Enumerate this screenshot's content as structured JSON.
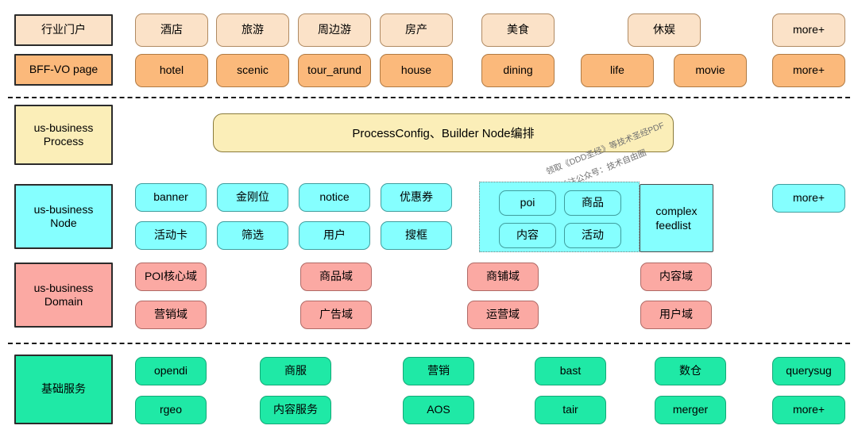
{
  "layers": {
    "portal": {
      "label": "行业门户",
      "items": [
        {
          "label": "酒店"
        },
        {
          "label": "旅游"
        },
        {
          "label": "周边游"
        },
        {
          "label": "房产"
        },
        {
          "label": "美食"
        },
        {
          "label": "休娱"
        },
        {
          "label": "more+"
        }
      ]
    },
    "bff": {
      "label": "BFF-VO page",
      "items": [
        {
          "label": "hotel"
        },
        {
          "label": "scenic"
        },
        {
          "label": "tour_arund"
        },
        {
          "label": "house"
        },
        {
          "label": "dining"
        },
        {
          "label": "life"
        },
        {
          "label": "movie"
        },
        {
          "label": "more+"
        }
      ]
    },
    "process": {
      "label": "us-business\nProcess",
      "bar": "ProcessConfig、Builder Node编排"
    },
    "node": {
      "label": "us-business\nNode",
      "items": [
        {
          "label": "banner"
        },
        {
          "label": "金刚位"
        },
        {
          "label": "notice"
        },
        {
          "label": "优惠券"
        },
        {
          "label": "活动卡"
        },
        {
          "label": "筛选"
        },
        {
          "label": "用户"
        },
        {
          "label": "搜框"
        }
      ],
      "group": [
        {
          "label": "poi"
        },
        {
          "label": "商品"
        },
        {
          "label": "内容"
        },
        {
          "label": "活动"
        }
      ],
      "feedlist": "complex\nfeedlist",
      "more": "more+"
    },
    "domain": {
      "label": "us-business\nDomain",
      "items": [
        {
          "label": "POI核心域"
        },
        {
          "label": "商品域"
        },
        {
          "label": "商铺域"
        },
        {
          "label": "内容域"
        },
        {
          "label": "营销域"
        },
        {
          "label": "广告域"
        },
        {
          "label": "运营域"
        },
        {
          "label": "用户域"
        }
      ]
    },
    "base": {
      "label": "基础服务",
      "items": [
        {
          "label": "opendi"
        },
        {
          "label": "商服"
        },
        {
          "label": "营销"
        },
        {
          "label": "bast"
        },
        {
          "label": "数仓"
        },
        {
          "label": "querysug"
        },
        {
          "label": "rgeo"
        },
        {
          "label": "内容服务"
        },
        {
          "label": "AOS"
        },
        {
          "label": "tair"
        },
        {
          "label": "merger"
        },
        {
          "label": "more+"
        }
      ]
    }
  },
  "watermark": {
    "line1": "领取《DDD圣经》等技术圣经PDF",
    "line2": "关注公众号：技术自由圈"
  },
  "colors": {
    "portal": "#fbe2c8",
    "bff": "#fbb97b",
    "process": "#fbeeb8",
    "node": "#85ffff",
    "domain": "#fba9a3",
    "base": "#1fe9a6",
    "border_dark": "#2b2b2b"
  }
}
